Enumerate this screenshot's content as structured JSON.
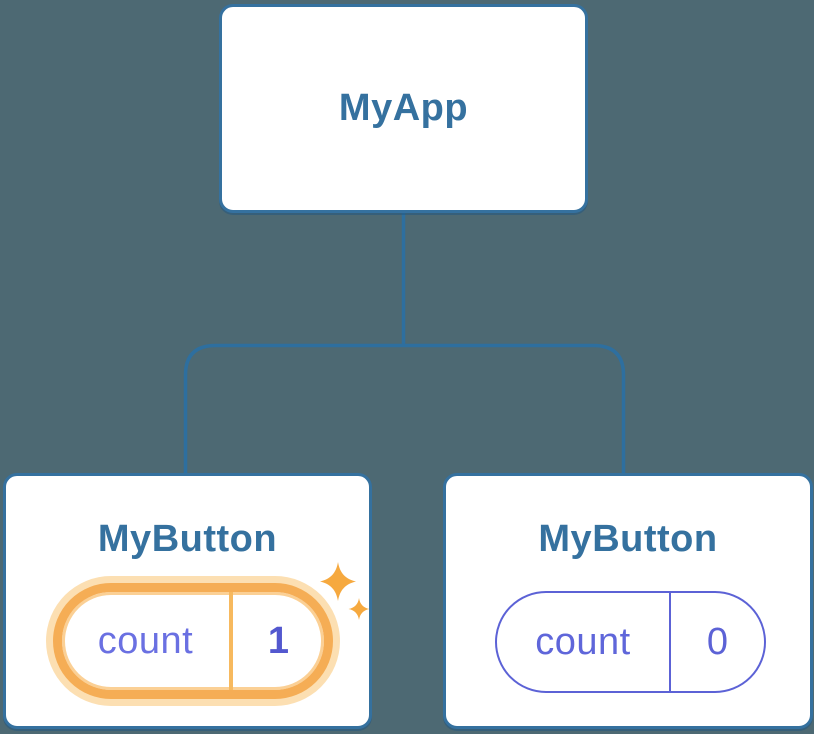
{
  "background_color": "#4d6973",
  "palette": {
    "card_background": "#ffffff",
    "card_border_blue": "#35719f",
    "title_blue": "#35719f",
    "connector_blue": "#2e6f9f",
    "state_purple": "#5c62d6",
    "state_key_purple": "#6a70e2",
    "state_value_purple": "#5358cf",
    "highlight_orange": "#f5ad55",
    "highlight_glow_orange": "#fcdfb2",
    "sparkle_orange": "#f6a93f"
  },
  "tree": {
    "root": {
      "label": "MyApp"
    },
    "children": [
      {
        "label": "MyButton",
        "highlighted": true,
        "icon": "sparkle-icon",
        "state": {
          "key": "count",
          "value": "1"
        }
      },
      {
        "label": "MyButton",
        "highlighted": false,
        "state": {
          "key": "count",
          "value": "0"
        }
      }
    ]
  }
}
